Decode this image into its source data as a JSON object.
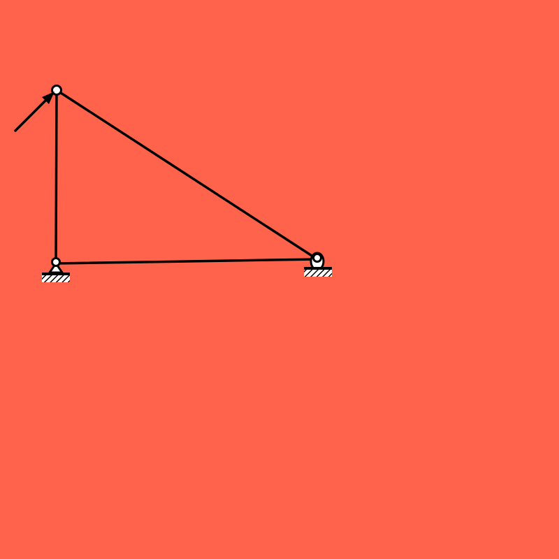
{
  "diagram": {
    "type": "truss",
    "colors": {
      "background": "#FF634B",
      "member": "#000000",
      "joint_fill": "#FFFFFF",
      "support_fill": "#FFFFFF"
    },
    "nodes": [
      {
        "id": "A",
        "support": "pin"
      },
      {
        "id": "B",
        "support": "roller"
      },
      {
        "id": "C",
        "support": "none"
      }
    ],
    "members": [
      {
        "from": "A",
        "to": "B"
      },
      {
        "from": "A",
        "to": "C"
      },
      {
        "from": "B",
        "to": "C"
      }
    ],
    "loads": [
      {
        "node": "C",
        "direction": "up-right"
      }
    ]
  }
}
